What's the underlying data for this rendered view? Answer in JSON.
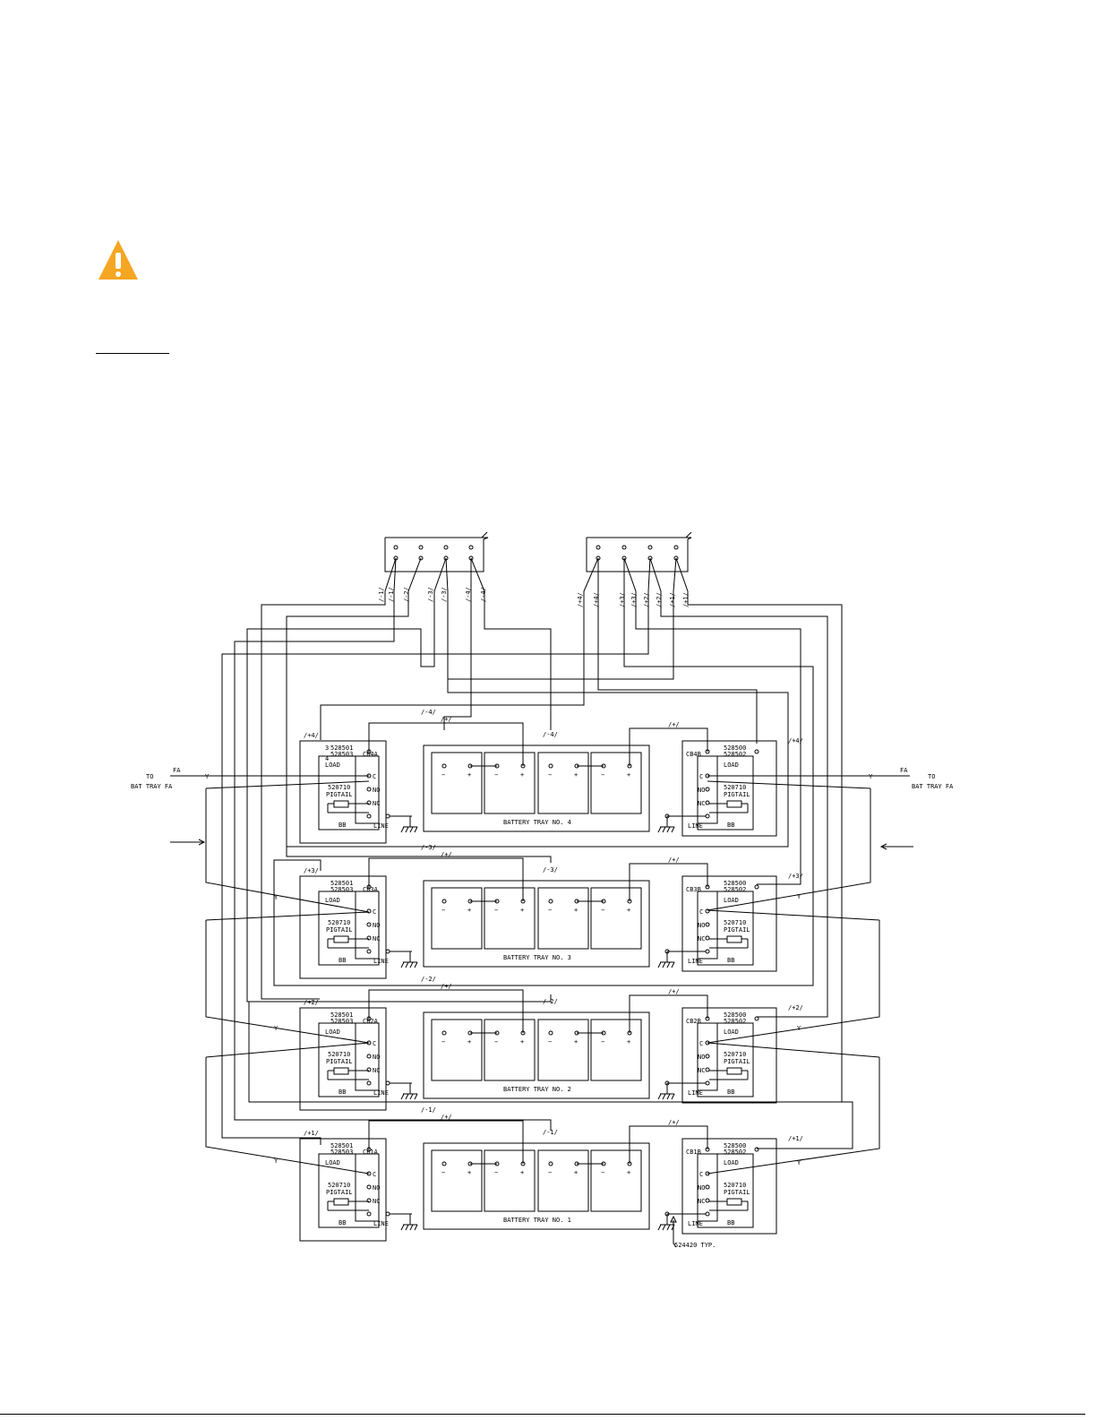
{
  "icons": {
    "warning": "warning-triangle-icon",
    "ground": "ground-icon"
  },
  "colors": {
    "warning": "#F5A623",
    "line": "#000000",
    "background": "#FFFFFF"
  },
  "labels": {
    "fa": "FA",
    "y": "Y",
    "to": "TO",
    "bat_tray_fa": "BAT TRAY FA",
    "load": "LOAD",
    "line": "LINE",
    "bb": "BB",
    "c": "C",
    "no": "NO",
    "nc": "NC",
    "pigtail_part": "520710",
    "pigtail": "PIGTAIL",
    "minus": "−",
    "plus": "+",
    "plus_jumper": "/+/",
    "ground_part": "524420 TYP."
  },
  "top_wires_left": [
    "/-1/",
    "/-1/",
    "/-2/",
    "/-3/",
    "/-3/",
    "/-4/",
    "/-4/"
  ],
  "top_wires_right": [
    "/+4/",
    "/+4/",
    "/+3/",
    "/+3/",
    "/+2/",
    "/+2/",
    "/+1/",
    "/+1/"
  ],
  "rows": [
    {
      "tray": "BATTERY TRAY NO. 4",
      "cb_left": "CB4A",
      "cb_right": "CB4B",
      "left_parts": [
        "528501",
        "528503"
      ],
      "right_parts": [
        "528500",
        "528502"
      ],
      "left_wire": "/+4/",
      "right_wire": "/+4/",
      "neg_wire_a": "/-4/",
      "neg_wire_b": "/-4/",
      "left_marks": [
        "3",
        "4"
      ]
    },
    {
      "tray": "BATTERY TRAY NO. 3",
      "cb_left": "CB3A",
      "cb_right": "CB3B",
      "left_parts": [
        "528501",
        "528503"
      ],
      "right_parts": [
        "528500",
        "528502"
      ],
      "left_wire": "/+3/",
      "right_wire": "/+3/",
      "neg_wire_a": "/-3/",
      "neg_wire_b": "/-3/"
    },
    {
      "tray": "BATTERY TRAY NO. 2",
      "cb_left": "CB2A",
      "cb_right": "CB2B",
      "left_parts": [
        "528501",
        "528503"
      ],
      "right_parts": [
        "528500",
        "528502"
      ],
      "left_wire": "/+2/",
      "right_wire": "/+2/",
      "neg_wire_a": "/-2/",
      "neg_wire_b": "/-2/"
    },
    {
      "tray": "BATTERY TRAY NO. 1",
      "cb_left": "CB1A",
      "cb_right": "CB1B",
      "left_parts": [
        "528501",
        "528503"
      ],
      "right_parts": [
        "528500",
        "528502"
      ],
      "left_wire": "/+1/",
      "right_wire": "/+1/",
      "neg_wire_a": "/-1/",
      "neg_wire_b": "/-1/"
    }
  ]
}
